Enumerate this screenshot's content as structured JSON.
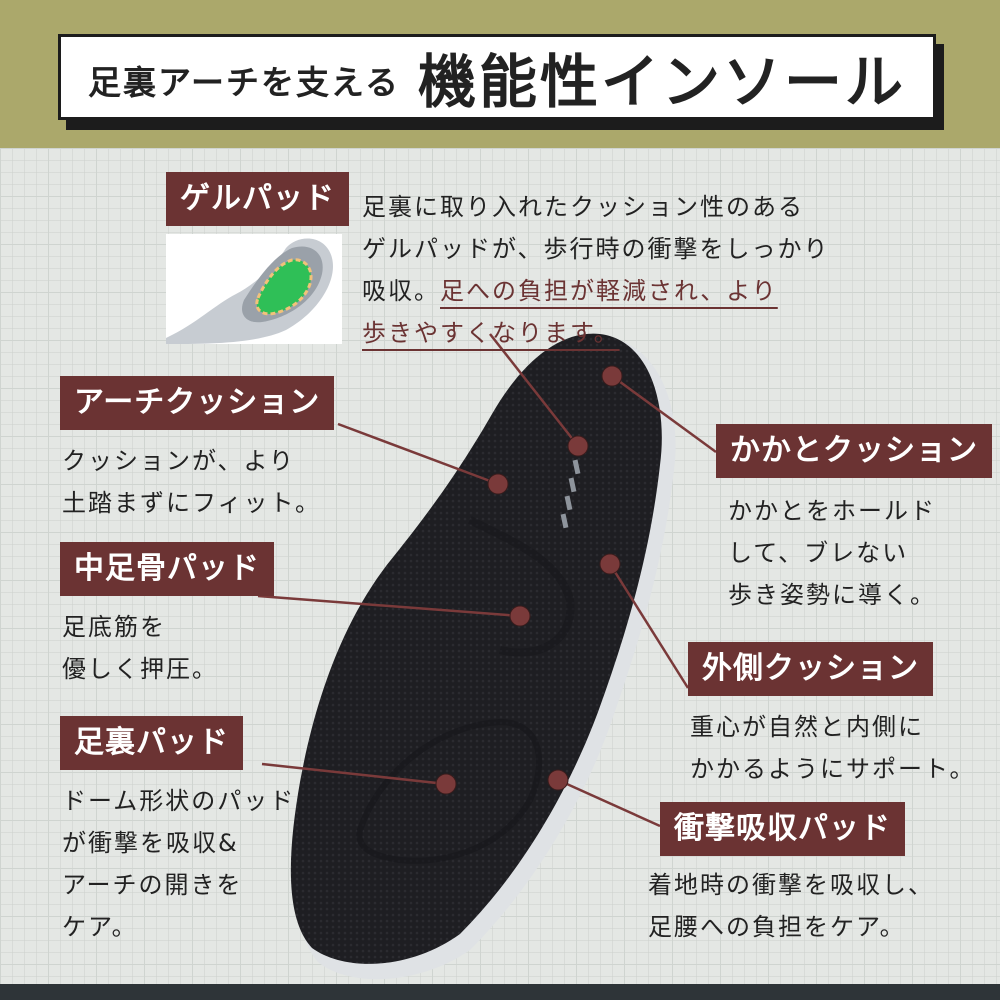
{
  "header": {
    "subtitle": "足裏アーチを支える",
    "title": "機能性インソール"
  },
  "features": {
    "gel": {
      "label": "ゲルパッド",
      "desc_line1": "足裏に取り入れたクッション性のある",
      "desc_line2": "ゲルパッドが、歩行時の衝撃をしっかり",
      "desc_line3_plain": "吸収。",
      "desc_line3_highlight": "足への負担が軽減され、より",
      "desc_line4_highlight": "歩きやすくなります。"
    },
    "arch": {
      "label": "アーチクッション",
      "desc_line1": "クッションが、より",
      "desc_line2": "土踏まずにフィット。"
    },
    "midfoot": {
      "label": "中足骨パッド",
      "desc_line1": "足底筋を",
      "desc_line2": "優しく押圧。"
    },
    "sole": {
      "label": "足裏パッド",
      "desc_line1": "ドーム形状のパッド",
      "desc_line2": "が衝撃を吸収&",
      "desc_line3": "アーチの開きを",
      "desc_line4": "ケア。"
    },
    "heel": {
      "label": "かかとクッション",
      "desc_line1": "かかとをホールド",
      "desc_line2": "して、ブレない",
      "desc_line3": "歩き姿勢に導く。"
    },
    "outer": {
      "label": "外側クッション",
      "desc_line1": "重心が自然と内側に",
      "desc_line2": "かかるようにサポート。"
    },
    "shock": {
      "label": "衝撃吸収パッド",
      "desc_line1": "着地時の衝撃を吸収し、",
      "desc_line2": "足腰への負担をケア。"
    }
  },
  "colors": {
    "header_band": "#aba86b",
    "tag_bg": "#6b3333",
    "leader_line": "#7a3a3a",
    "insole": "#1d1d20",
    "gel_green": "#2fbf57"
  }
}
